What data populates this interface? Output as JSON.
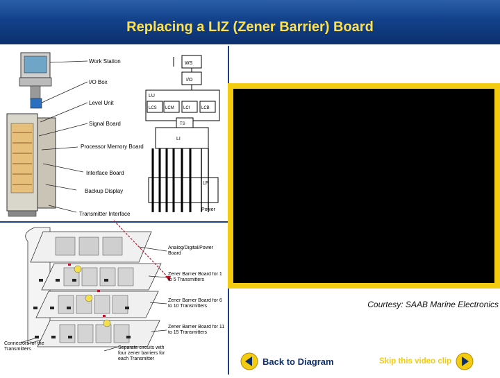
{
  "header": {
    "title": "Replacing a LIZ (Zener Barrier) Board"
  },
  "diagram_top": {
    "labels": {
      "work_station": "Work Station",
      "io_box": "I/O Box",
      "level_unit": "Level Unit",
      "signal_board": "Signal Board",
      "processor_memory_board": "Processor Memory Board",
      "interface_board": "Interface Board",
      "backup_display": "Backup Display",
      "transmitter_interface": "Transmitter Interface"
    },
    "schematic": {
      "ws": "WS",
      "io": "I/O",
      "lu": "LU",
      "lcs": "LCS",
      "lcm": "LCM",
      "lcl": "LCI",
      "lcb": "LCB",
      "ts": "TS",
      "li": "LI",
      "lp": "LP",
      "power": "Power"
    }
  },
  "diagram_bottom": {
    "labels": {
      "analog_board": "Analog/Digital/Power Board",
      "zener_1_5": "Zener Barrier Board for 1 to 5 Transmitters",
      "zener_6_10": "Zener Barrier Board for 6 to 10 Transmitters",
      "zener_11_15": "Zener Barrier Board for 11 to 15 Transmitters",
      "connectors": "Connectors for the Transmitters",
      "separate_circuits": "Separate circuits with four zener barriers for each Transmitter"
    }
  },
  "video": {
    "courtesy": "Courtesy: SAAB Marine Electronics"
  },
  "nav": {
    "back_label": "Back to Diagram",
    "skip_label": "Skip this video clip"
  },
  "colors": {
    "header": "#12418a",
    "title": "#ffe14a",
    "frame": "#f3cc12",
    "nav_blue": "#0c2f6e"
  }
}
